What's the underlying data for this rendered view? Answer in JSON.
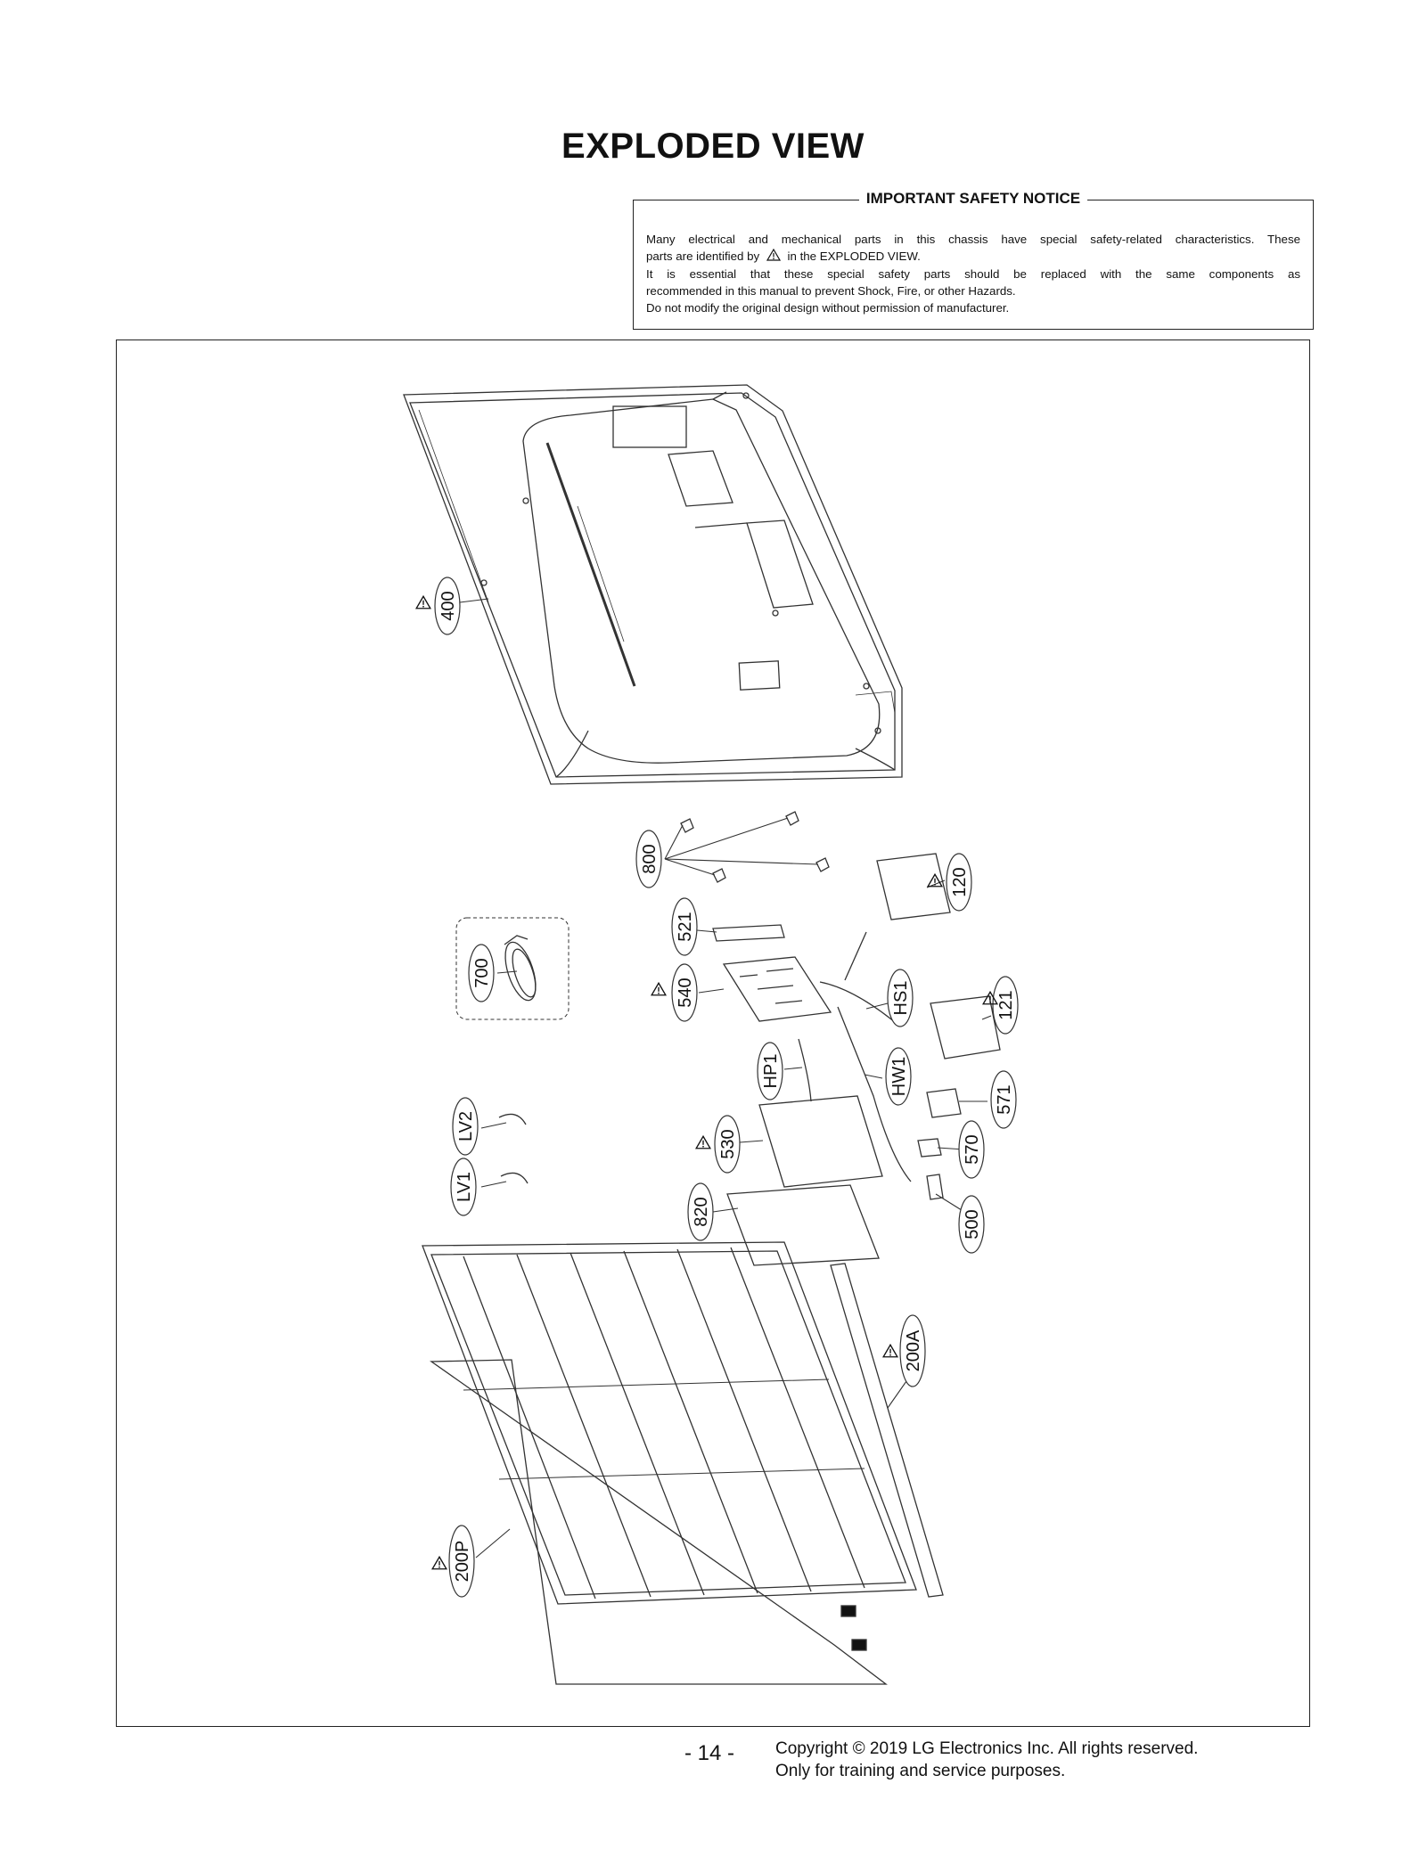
{
  "title": "EXPLODED VIEW",
  "notice": {
    "heading": "IMPORTANT SAFETY NOTICE",
    "line1": "Many electrical and mechanical parts in this chassis have special safety-related characteristics. These",
    "line2a": "parts are identified by",
    "line2b": "in the EXPLODED VIEW.",
    "line3": "It is essential that these special safety parts should be replaced with the same components as",
    "line4": "recommended in this manual to prevent Shock, Fire, or other Hazards.",
    "line5": "Do not modify the original design without permission of manufacturer."
  },
  "parts": {
    "p400": "400",
    "p800": "800",
    "p120": "120",
    "p521": "521",
    "p700": "700",
    "p540": "540",
    "hs1": "HS1",
    "p121": "121",
    "hp1": "HP1",
    "hw1": "HW1",
    "p571": "571",
    "lv2": "LV2",
    "p530": "530",
    "p570": "570",
    "lv1": "LV1",
    "p820": "820",
    "p500": "500",
    "p200a": "200A",
    "p200p": "200P"
  },
  "footer": {
    "page": "- 14 -",
    "copyright": "Copyright © 2019 LG Electronics Inc. All rights reserved.",
    "purpose": "Only for training and service purposes."
  }
}
